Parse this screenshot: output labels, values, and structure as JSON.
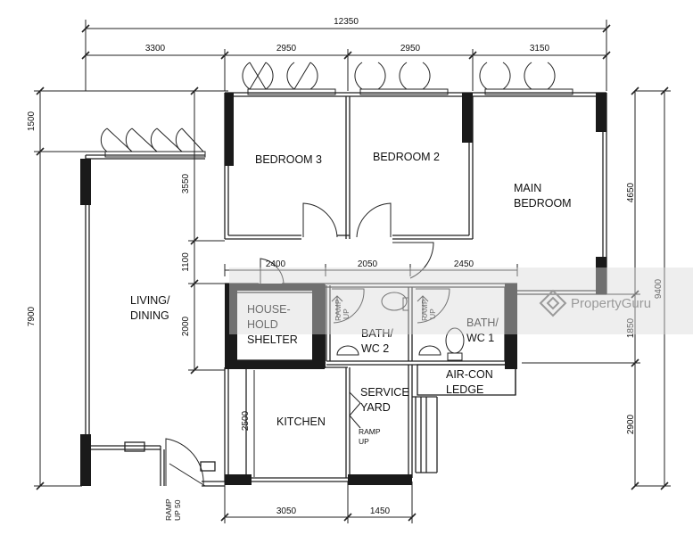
{
  "plan": {
    "dims": {
      "overall": "12350",
      "top_1": "3300",
      "top_2": "2950",
      "top_3": "2950",
      "top_4": "3150",
      "left_overall": "7900",
      "left_top": "1500",
      "left_bedroom": "3550",
      "left_corridor": "1100",
      "left_shelter": "2000",
      "kitchen_height": "2500",
      "right_main_bedroom": "4650",
      "right_overall": "9400",
      "right_bath": "1850",
      "right_lower": "2900",
      "corridor_1": "2400",
      "corridor_2": "2050",
      "corridor_3": "2450",
      "bottom_1": "3050",
      "bottom_2": "1450"
    },
    "rooms": {
      "bedroom3": "BEDROOM  3",
      "bedroom2": "BEDROOM  2",
      "main_bedroom_1": "MAIN",
      "main_bedroom_2": "BEDROOM",
      "living_1": "LIVING/",
      "living_2": "DINING",
      "shelter_1": "HOUSE-",
      "shelter_2": "HOLD",
      "shelter_3": "SHELTER",
      "bath2_1": "BATH/",
      "bath2_2": "WC  2",
      "bath1_1": "BATH/",
      "bath1_2": "WC  1",
      "aircon_1": "AIR-CON",
      "aircon_2": "LEDGE",
      "kitchen": "KITCHEN",
      "service_1": "SERVICE",
      "service_2": "YARD"
    },
    "ramps": {
      "ramp_label": "RAMP",
      "up_label": "UP",
      "entrance_up_label": "UP 50"
    }
  },
  "watermark": {
    "brand": "PropertyGuru"
  }
}
